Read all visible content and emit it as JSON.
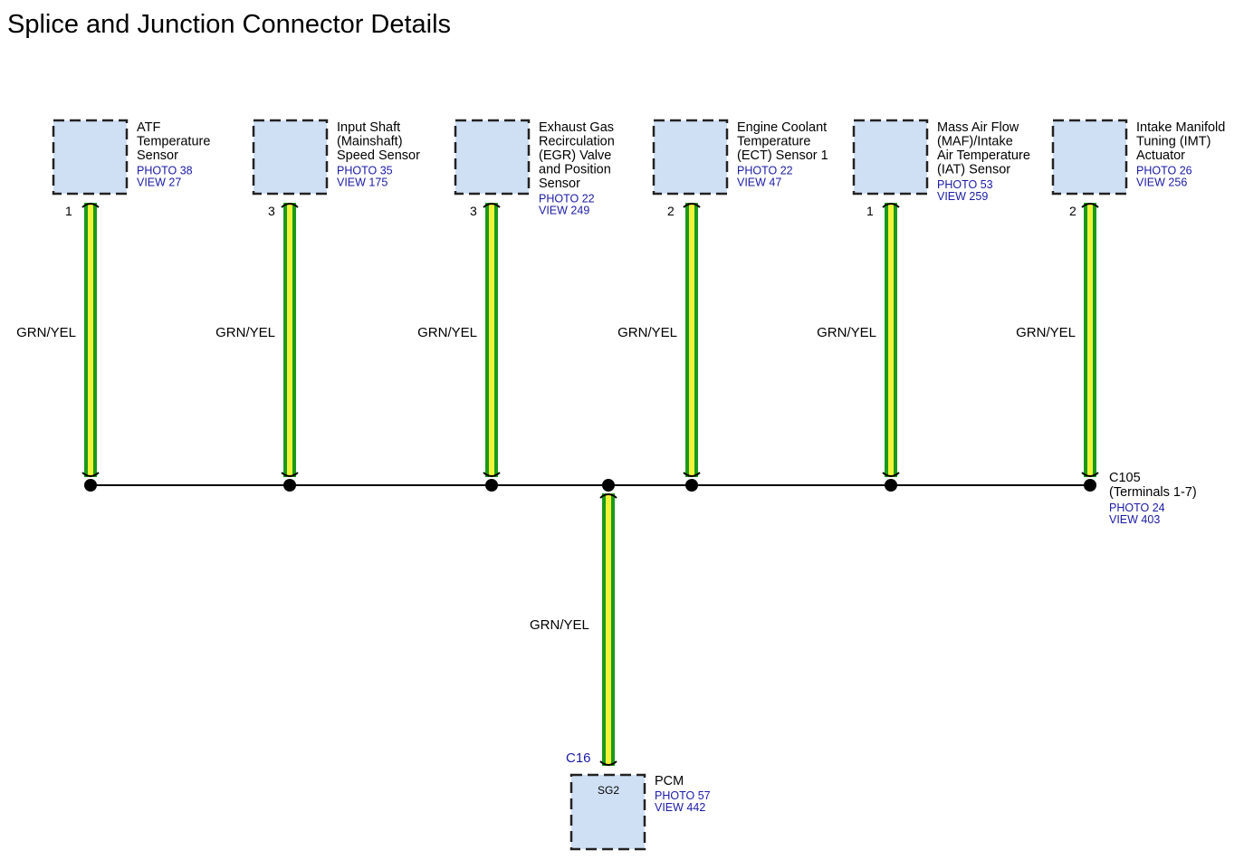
{
  "title": "Splice and Junction Connector Details",
  "colors": {
    "wire_outer": "#1a9a1a",
    "wire_inner": "#f2f23a",
    "box_fill": "#cfe0f4",
    "ref_text": "#1a1aa6"
  },
  "components": [
    {
      "name_lines": [
        "ATF",
        "Temperature",
        "Sensor"
      ],
      "photo": "PHOTO 38",
      "view": "VIEW 27",
      "pin": "1",
      "wire_color": "GRN/YEL"
    },
    {
      "name_lines": [
        "Input Shaft",
        "(Mainshaft)",
        "Speed Sensor"
      ],
      "photo": "PHOTO 35",
      "view": "VIEW 175",
      "pin": "3",
      "wire_color": "GRN/YEL"
    },
    {
      "name_lines": [
        "Exhaust Gas",
        "Recirculation",
        "(EGR) Valve",
        "and Position",
        "Sensor"
      ],
      "photo": "PHOTO 22",
      "view": "VIEW 249",
      "pin": "3",
      "wire_color": "GRN/YEL"
    },
    {
      "name_lines": [
        "Engine Coolant",
        "Temperature",
        "(ECT) Sensor 1"
      ],
      "photo": "PHOTO 22",
      "view": "VIEW 47",
      "pin": "2",
      "wire_color": "GRN/YEL"
    },
    {
      "name_lines": [
        "Mass Air Flow",
        "(MAF)/Intake",
        "Air Temperature",
        "(IAT) Sensor"
      ],
      "photo": "PHOTO 53",
      "view": "VIEW 259",
      "pin": "1",
      "wire_color": "GRN/YEL"
    },
    {
      "name_lines": [
        "Intake Manifold",
        "Tuning (IMT)",
        "Actuator"
      ],
      "photo": "PHOTO 26",
      "view": "VIEW 256",
      "pin": "2",
      "wire_color": "GRN/YEL"
    }
  ],
  "junction": {
    "name": "C105",
    "detail": "(Terminals 1-7)",
    "photo": "PHOTO 24",
    "view": "VIEW 403"
  },
  "pcm": {
    "name": "PCM",
    "connector": "C16",
    "terminal": "SG2",
    "photo": "PHOTO 57",
    "view": "VIEW 442",
    "wire_color": "GRN/YEL"
  }
}
